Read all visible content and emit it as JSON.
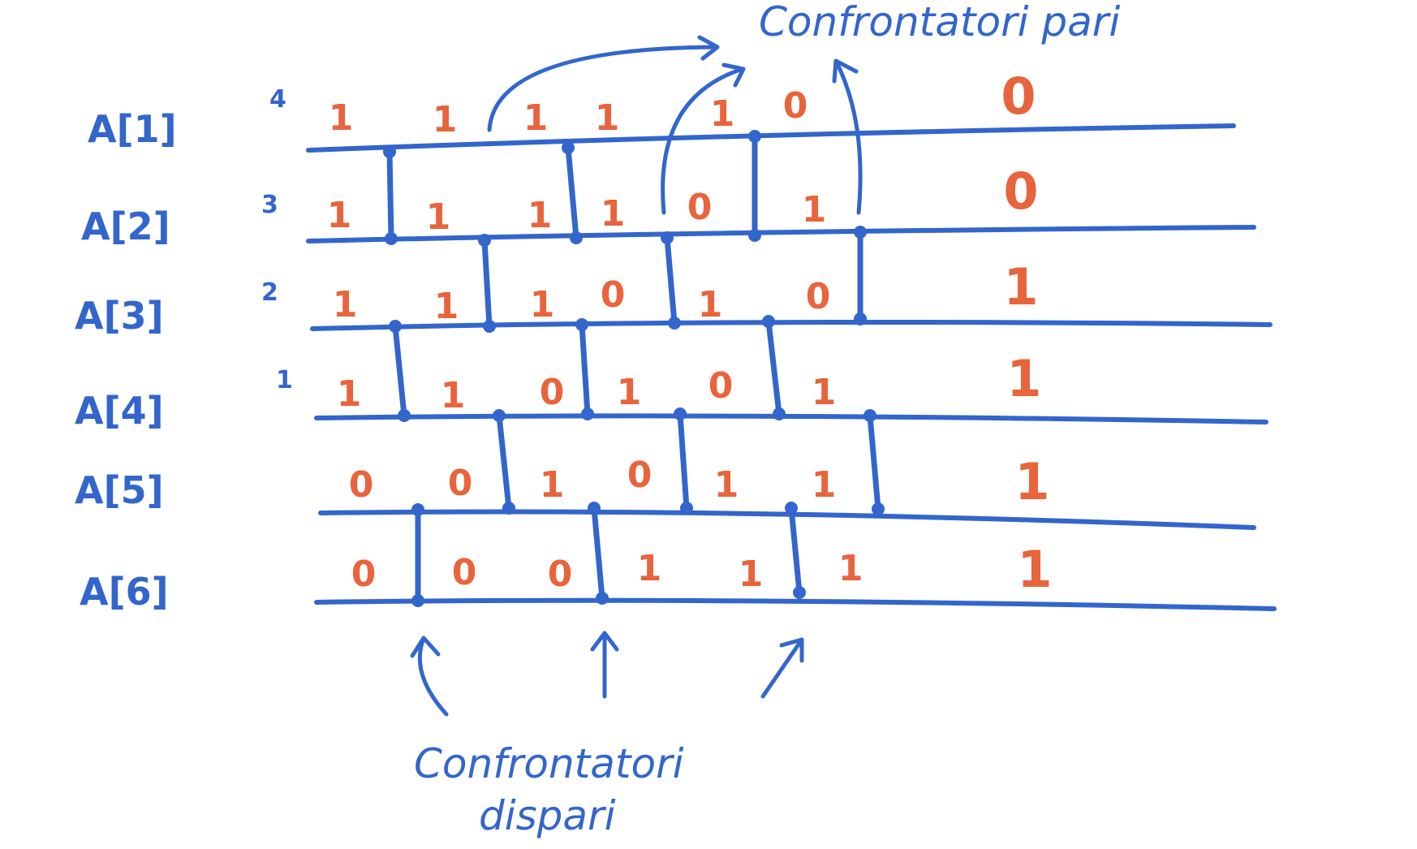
{
  "row_labels": [
    "A[1]",
    "A[2]",
    "A[3]",
    "A[4]",
    "A[5]",
    "A[6]"
  ],
  "stage_numbers": [
    "4",
    "3",
    "2",
    "1"
  ],
  "columns": [
    [
      "1",
      "1",
      "1",
      "1",
      "0",
      "0"
    ],
    [
      "1",
      "1",
      "1",
      "1",
      "0",
      "0"
    ],
    [
      "1",
      "1",
      "1",
      "0",
      "1",
      "0"
    ],
    [
      "1",
      "1",
      "0",
      "1",
      "0",
      "1"
    ],
    [
      "1",
      "0",
      "1",
      "0",
      "1",
      "1"
    ],
    [
      "0",
      "1",
      "0",
      "1",
      "1",
      "1"
    ]
  ],
  "final_column": [
    "0",
    "0",
    "1",
    "1",
    "1",
    "1"
  ],
  "annotations": {
    "even_comparators": "Confrontatori pari",
    "odd_comparators_line1": "Confrontatori",
    "odd_comparators_line2": "dispari"
  },
  "colors": {
    "wires": "#3366cc",
    "bits": "#e8643c"
  }
}
